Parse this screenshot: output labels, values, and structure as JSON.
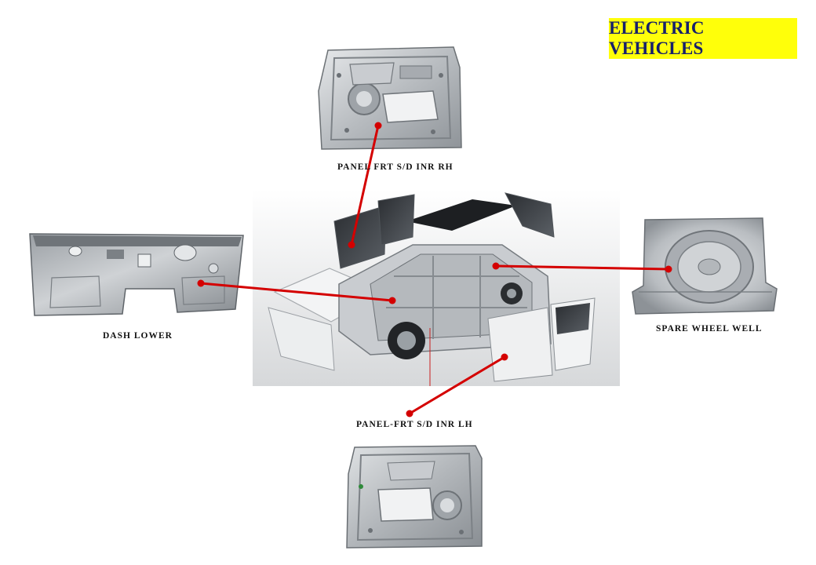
{
  "header": {
    "title": "ELECTRIC VEHICLES"
  },
  "parts": [
    {
      "label": "PANEL FRT S/D INR RH"
    },
    {
      "label": "DASH LOWER"
    },
    {
      "label": "SPARE WHEEL WELL"
    },
    {
      "label": "PANEL-FRT S/D INR LH"
    }
  ],
  "colors": {
    "accent": "#d40000",
    "title_bg": "#ffff0a",
    "title_text": "#17206b"
  }
}
